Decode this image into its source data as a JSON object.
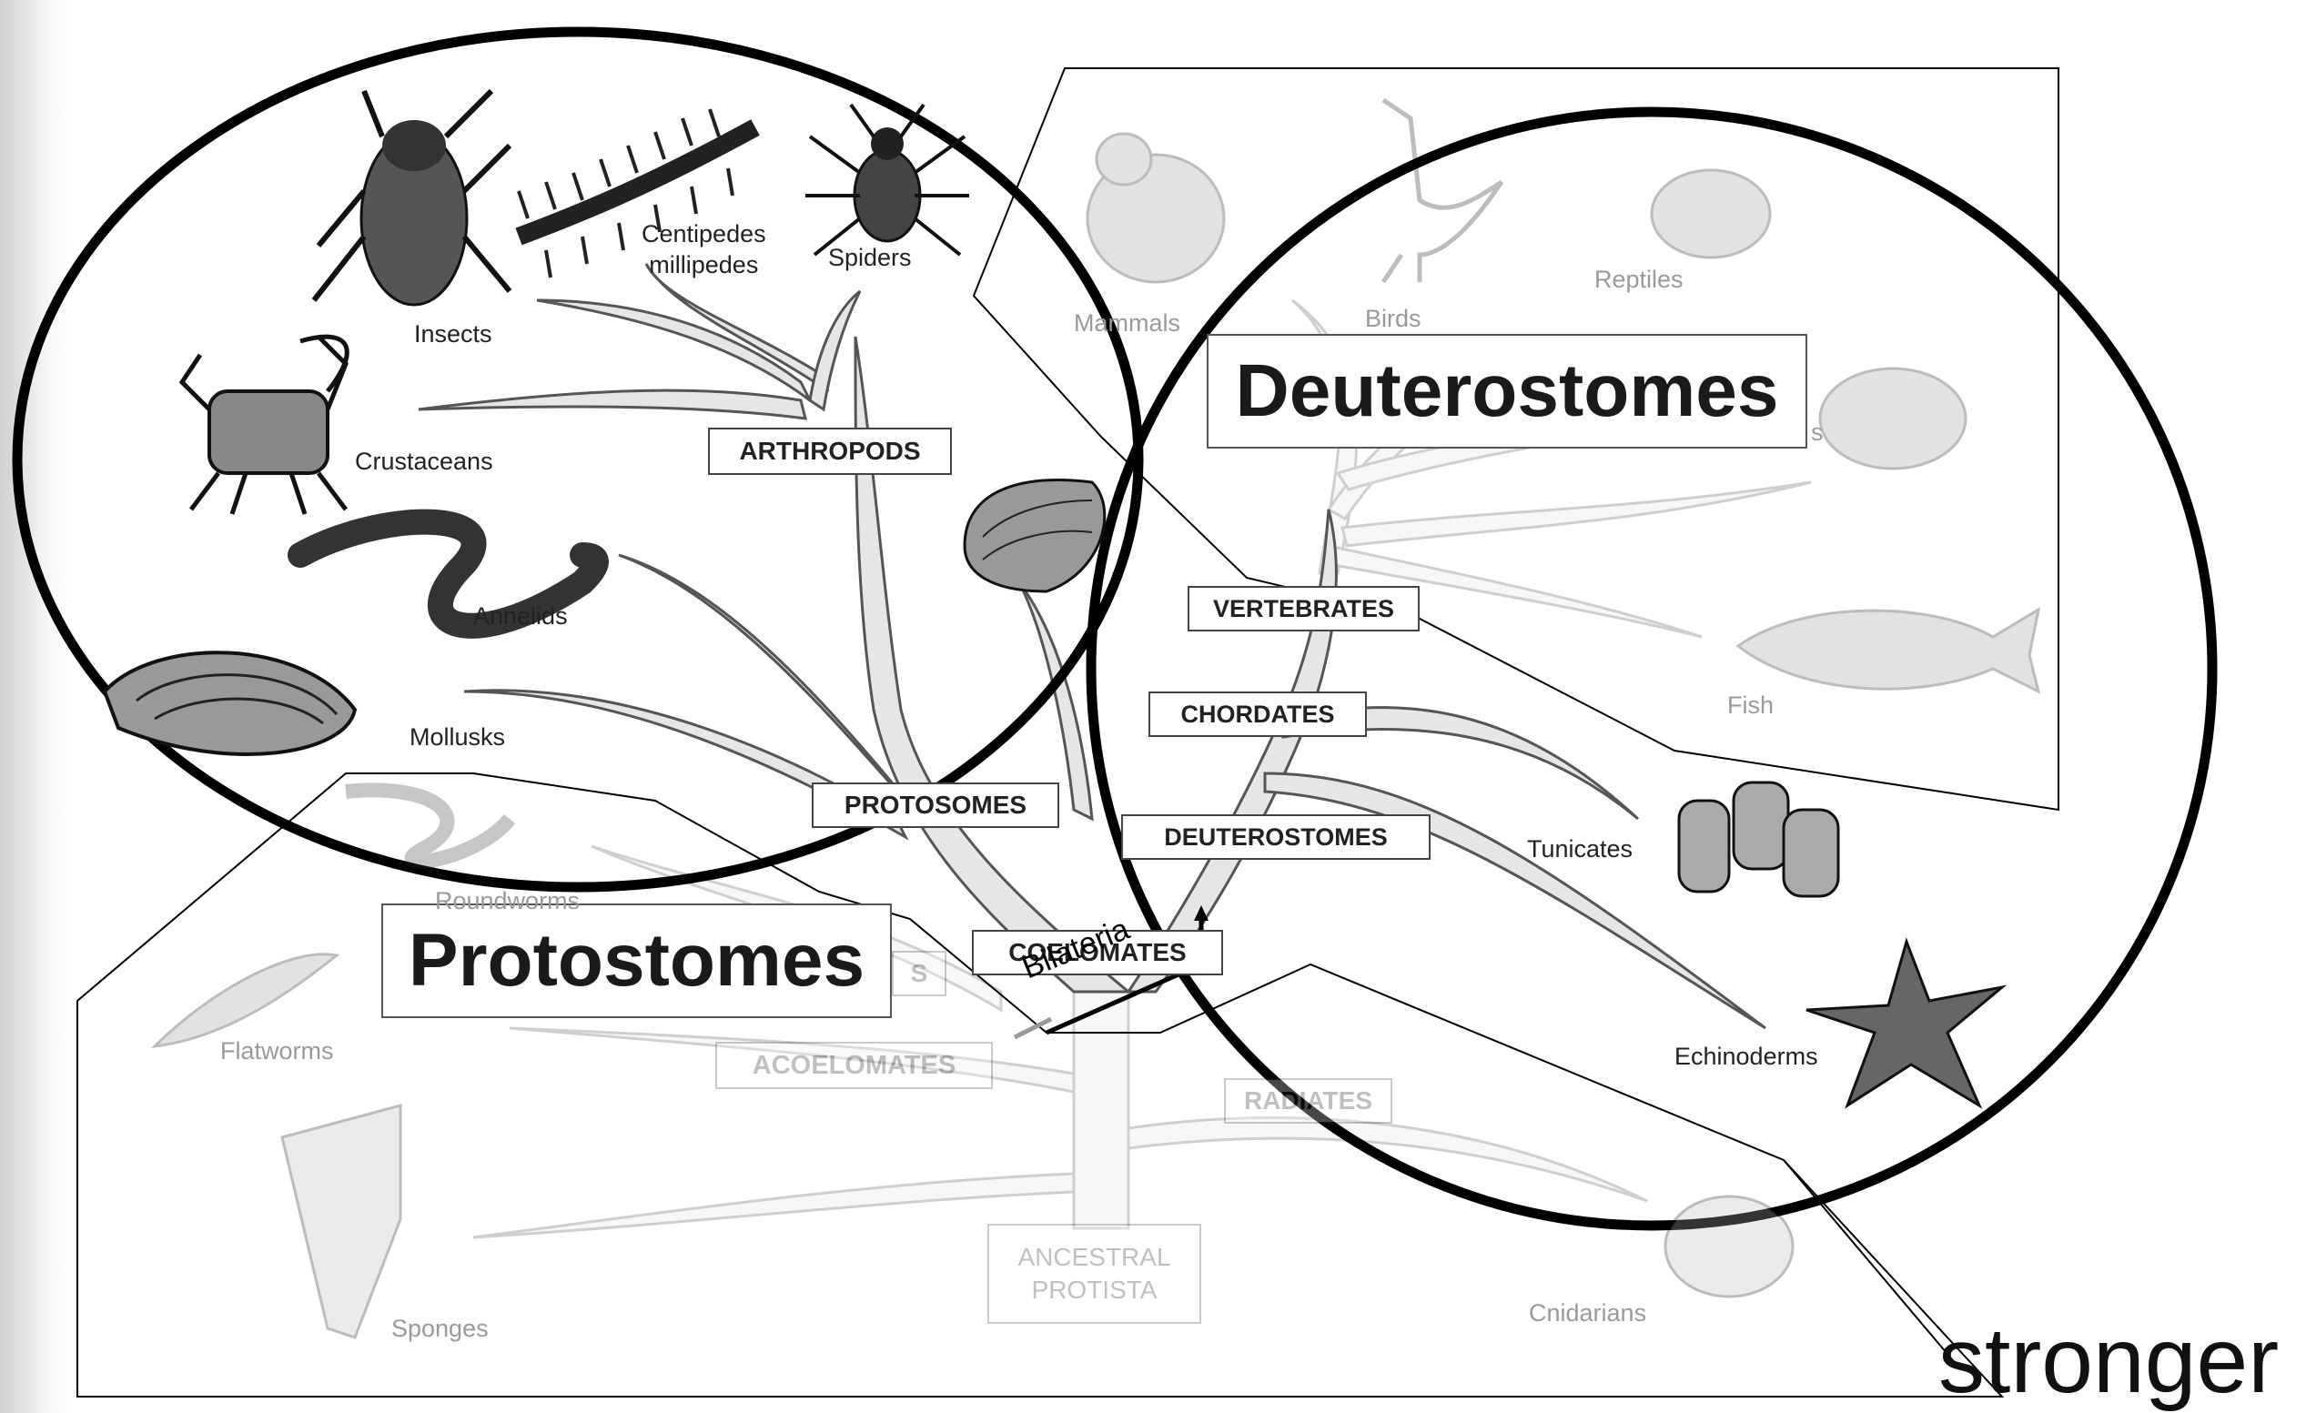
{
  "title_labels": {
    "deuterostomes": "Deuterostomes",
    "protostomes": "Protostomes",
    "bilateria": "Bilateria",
    "stronger": "stronger"
  },
  "group_labels": {
    "arthropods": "ARTHROPODS",
    "protosomes": "PROTOSOMES",
    "coelomates": "COELOMATES",
    "vertebrates": "VERTEBRATES",
    "chordates": "CHORDATES",
    "deuterostomes_box": "DEUTEROSTOMES",
    "acoelomates": "ACOELOMATES",
    "radiates": "RADIATES",
    "ancestral_line1": "ANCESTRAL",
    "ancestral_line2": "PROTISTA",
    "pseudo_fragment": "S"
  },
  "animals": {
    "insects": "Insects",
    "centipedes_line1": "Centipedes",
    "centipedes_line2": "millipedes",
    "spiders": "Spiders",
    "crustaceans": "Crustaceans",
    "annelids": "Annelids",
    "mollusks": "Mollusks",
    "roundworms": "Roundworms",
    "flatworms": "Flatworms",
    "sponges": "Sponges",
    "cnidarians": "Cnidarians",
    "mammals": "Mammals",
    "birds": "Birds",
    "reptiles": "Reptiles",
    "amphibians_fragment": "s",
    "fish": "Fish",
    "tunicates": "Tunicates",
    "echinoderms": "Echinoderms"
  },
  "colors": {
    "outline": "#000000",
    "faded_text": "#9a9a9a",
    "branch_fill": "#e6e6e6",
    "branch_stroke": "#555555"
  }
}
